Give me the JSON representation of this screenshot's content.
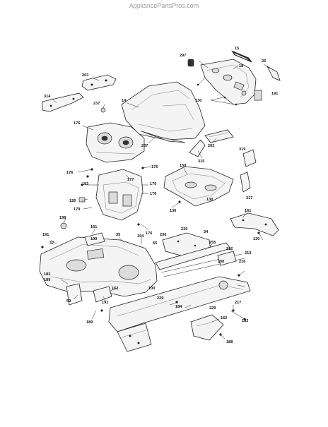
{
  "watermark": "AppliancePartsPros.com",
  "part_labels": [
    {
      "key": "l297",
      "text": "297"
    },
    {
      "key": "l15",
      "text": "15"
    },
    {
      "key": "l25",
      "text": "25"
    },
    {
      "key": "l18",
      "text": "18"
    },
    {
      "key": "l203",
      "text": "203"
    },
    {
      "key": "l314",
      "text": "314"
    },
    {
      "key": "l237a",
      "text": "237"
    },
    {
      "key": "l14",
      "text": "14"
    },
    {
      "key": "l130a",
      "text": "130"
    },
    {
      "key": "l191a",
      "text": "191"
    },
    {
      "key": "l176a",
      "text": "176"
    },
    {
      "key": "l237b",
      "text": "237"
    },
    {
      "key": "l202",
      "text": "202"
    },
    {
      "key": "l315",
      "text": "315"
    },
    {
      "key": "l319",
      "text": "319"
    },
    {
      "key": "l176b",
      "text": "176"
    },
    {
      "key": "l176c",
      "text": "176"
    },
    {
      "key": "l177",
      "text": "177"
    },
    {
      "key": "l150",
      "text": "150"
    },
    {
      "key": "l182a",
      "text": "182"
    },
    {
      "key": "l176d",
      "text": "176"
    },
    {
      "key": "l176e",
      "text": "176"
    },
    {
      "key": "l317",
      "text": "317"
    },
    {
      "key": "l126",
      "text": "126"
    },
    {
      "key": "l130b",
      "text": "130"
    },
    {
      "key": "l179",
      "text": "179"
    },
    {
      "key": "l130c",
      "text": "130"
    },
    {
      "key": "l198",
      "text": "198"
    },
    {
      "key": "l161a",
      "text": "161"
    },
    {
      "key": "l161b",
      "text": "161"
    },
    {
      "key": "l176f",
      "text": "176"
    },
    {
      "key": "l236",
      "text": "236"
    },
    {
      "key": "l235",
      "text": "235"
    },
    {
      "key": "l34",
      "text": "34"
    },
    {
      "key": "l37",
      "text": "37"
    },
    {
      "key": "l199",
      "text": "199"
    },
    {
      "key": "l35",
      "text": "35"
    },
    {
      "key": "l194",
      "text": "194"
    },
    {
      "key": "l191b",
      "text": "191"
    },
    {
      "key": "l130d",
      "text": "130"
    },
    {
      "key": "l65",
      "text": "65"
    },
    {
      "key": "l255",
      "text": "255"
    },
    {
      "key": "l212",
      "text": "212"
    },
    {
      "key": "l213",
      "text": "213"
    },
    {
      "key": "l216",
      "text": "216"
    },
    {
      "key": "l182b",
      "text": "182"
    },
    {
      "key": "l100a",
      "text": "100"
    },
    {
      "key": "l189",
      "text": "189"
    },
    {
      "key": "l162a",
      "text": "162"
    },
    {
      "key": "l162b",
      "text": "162"
    },
    {
      "key": "l100b",
      "text": "100"
    },
    {
      "key": "l229",
      "text": "229"
    },
    {
      "key": "l184",
      "text": "184"
    },
    {
      "key": "l59",
      "text": "59"
    },
    {
      "key": "l191c",
      "text": "191"
    },
    {
      "key": "l189b",
      "text": "189"
    },
    {
      "key": "l217",
      "text": "217"
    },
    {
      "key": "l182c",
      "text": "182"
    },
    {
      "key": "l188",
      "text": "188"
    },
    {
      "key": "l229b",
      "text": "229"
    }
  ]
}
